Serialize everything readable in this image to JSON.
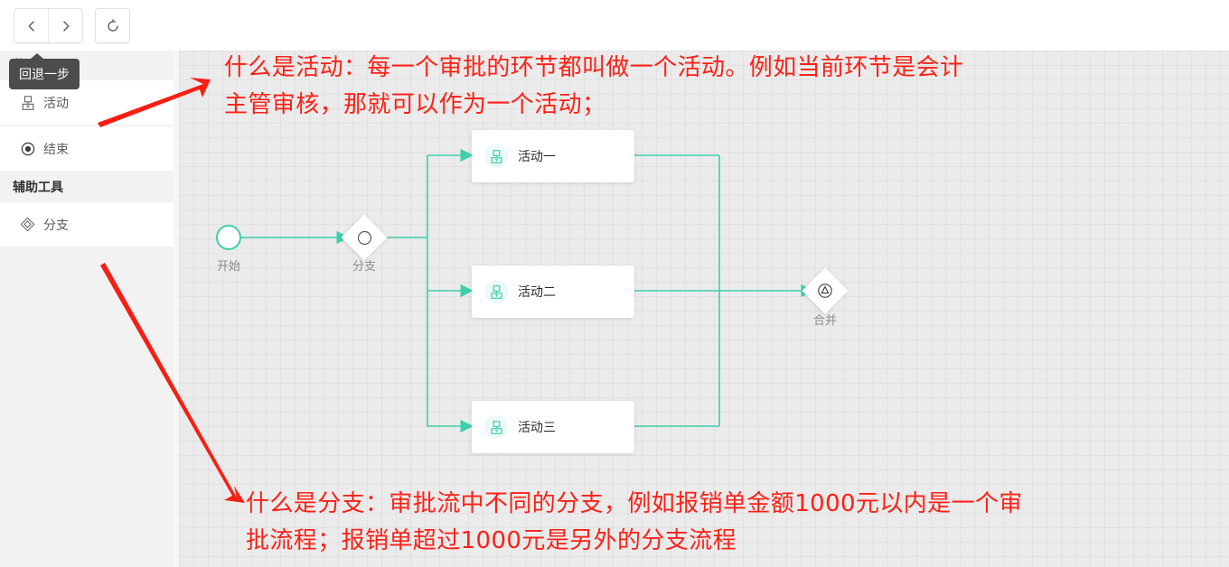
{
  "toolbar": {
    "back_icon": "chevron-left-icon",
    "forward_icon": "chevron-right-icon",
    "reload_icon": "undo-circle-icon"
  },
  "tooltip": {
    "text": "回退一步"
  },
  "sidebar": {
    "sections": [
      {
        "title": "节点",
        "items": [
          {
            "label": "活动",
            "icon": "activity-node-icon"
          },
          {
            "label": "结束",
            "icon": "end-node-icon"
          }
        ]
      },
      {
        "title": "辅助工具",
        "items": [
          {
            "label": "分支",
            "icon": "branch-node-icon"
          }
        ]
      }
    ]
  },
  "canvas": {
    "start_node": {
      "label": "开始",
      "type": "start"
    },
    "branch_node": {
      "label": "分支",
      "type": "gateway"
    },
    "merge_node": {
      "label": "合并",
      "type": "merge"
    },
    "activities": [
      {
        "label": "活动一",
        "icon": "activity-node-icon"
      },
      {
        "label": "活动二",
        "icon": "activity-node-icon"
      },
      {
        "label": "活动三",
        "icon": "activity-node-icon"
      }
    ],
    "edge_color": "#3ecfad",
    "grid_color": "#ebebeb"
  },
  "annotations": {
    "color": "#fb2116",
    "top": {
      "line1": "什么是活动：每一个审批的环节都叫做一个活动。例如当前环节是会计",
      "line2": "主管审核，那就可以作为一个活动；"
    },
    "bottom": {
      "line1": "什么是分支：审批流中不同的分支，例如报销单金额1000元以内是一个审",
      "line2": "批流程；报销单超过1000元是另外的分支流程"
    }
  }
}
